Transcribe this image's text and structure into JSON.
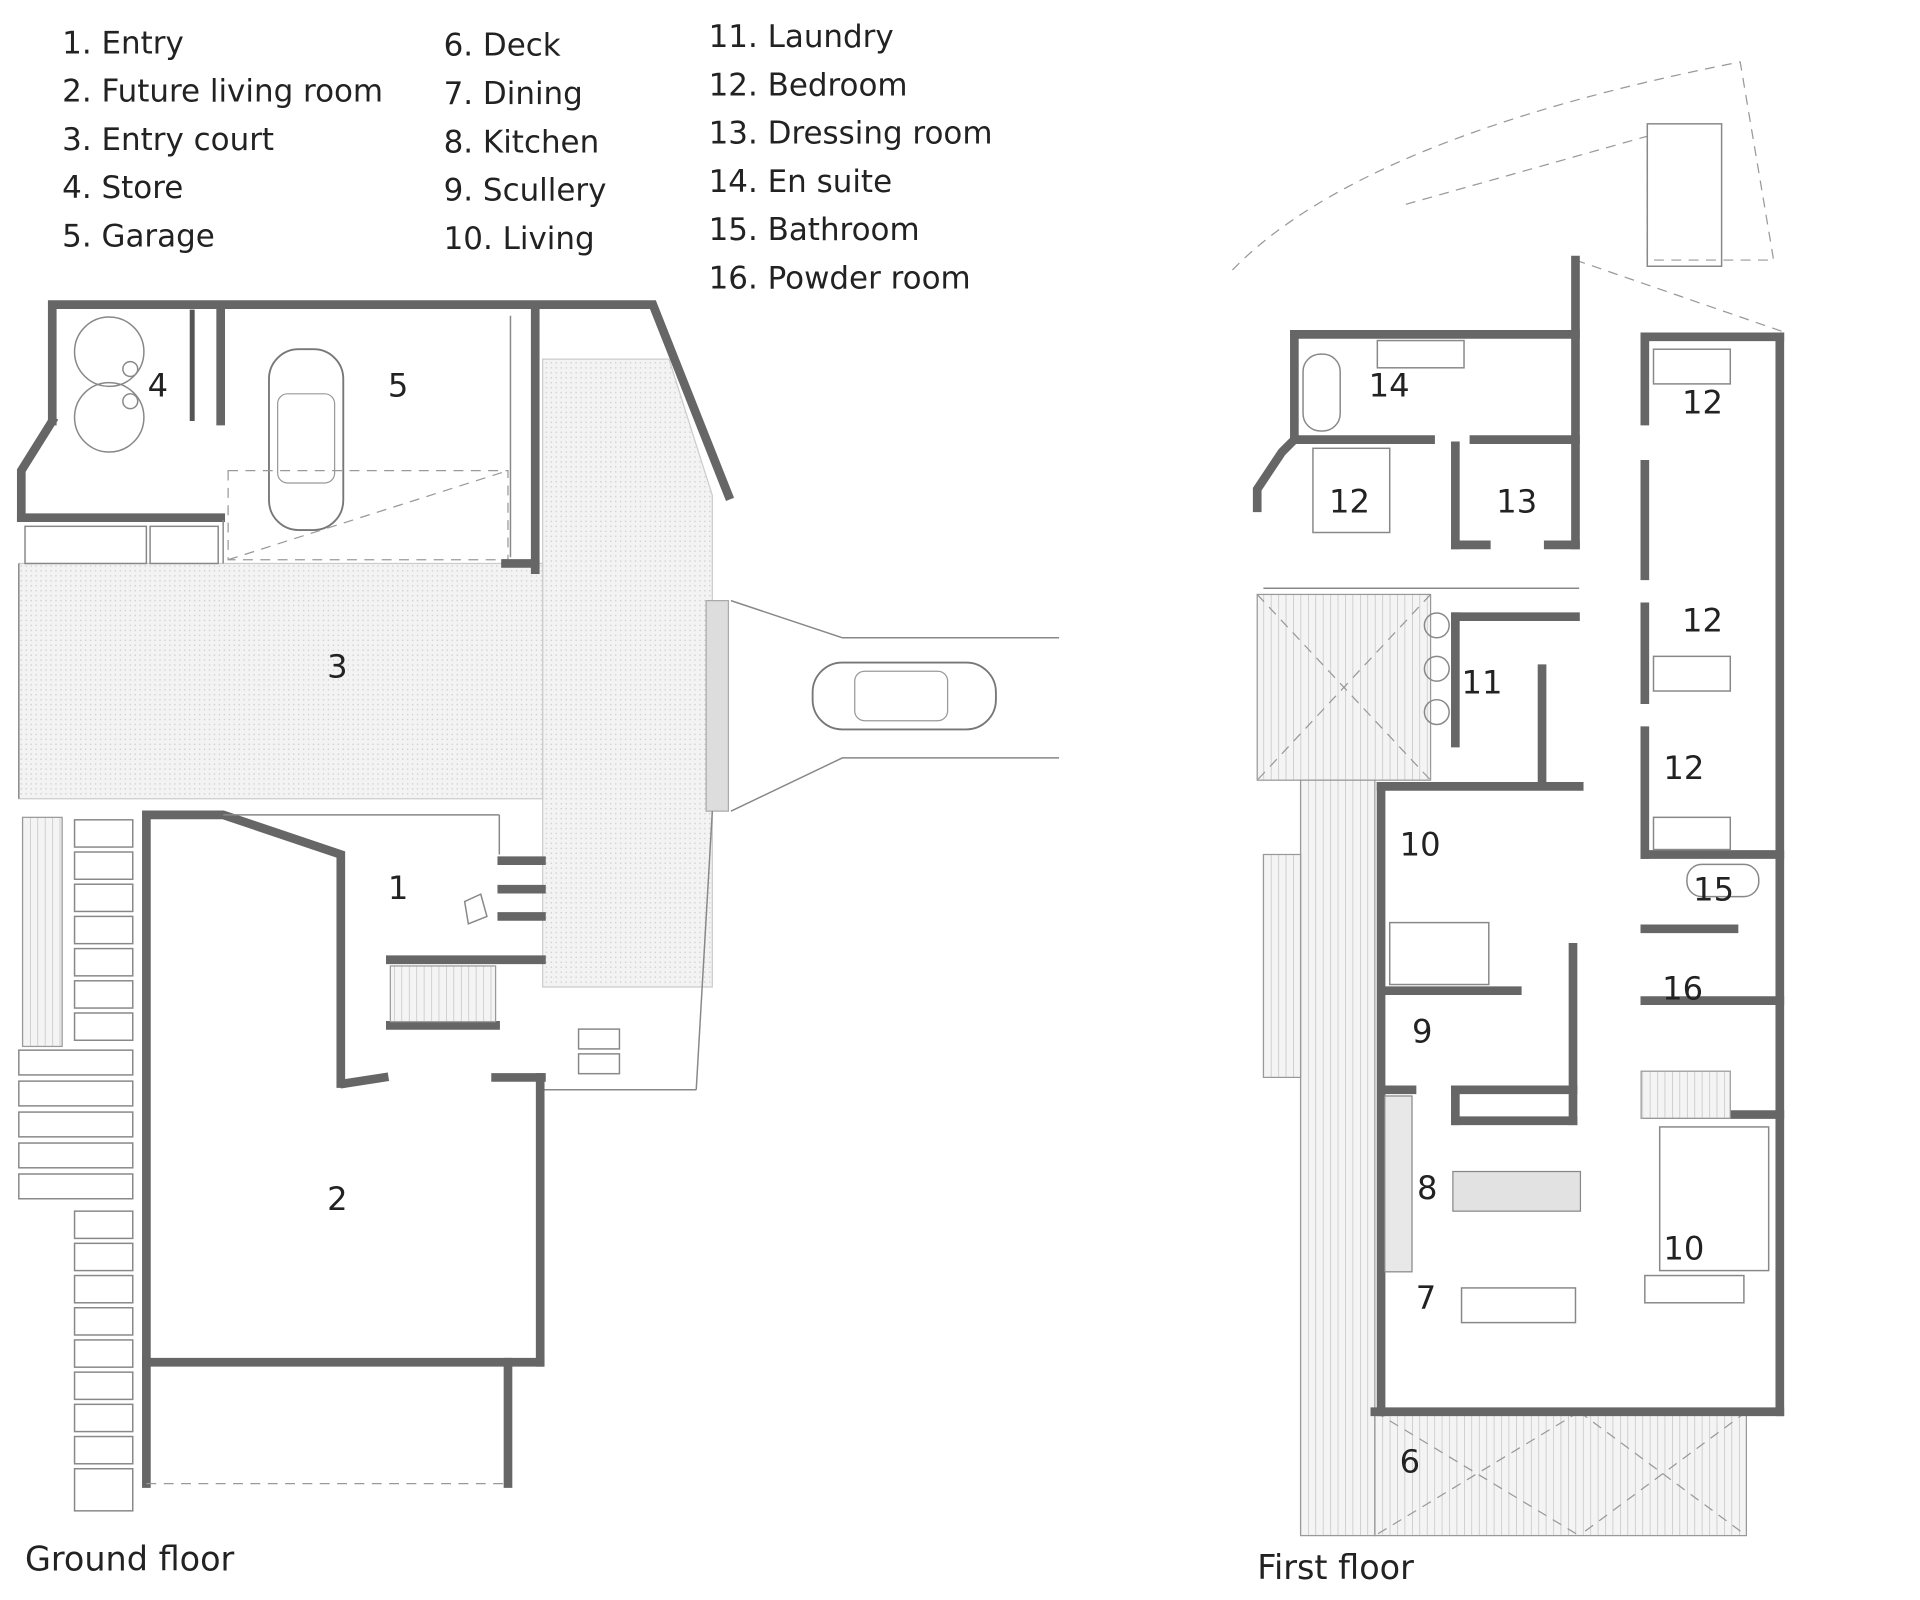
{
  "legend": {
    "col1": [
      "1. Entry",
      "2. Future living room",
      "3. Entry court",
      "4. Store",
      "5. Garage"
    ],
    "col2": [
      "6. Deck",
      "7. Dining",
      "8. Kitchen",
      "9. Scullery",
      "10. Living"
    ],
    "col3": [
      "11. Laundry",
      "12. Bedroom",
      "13. Dressing room",
      "14. En suite",
      "15. Bathroom",
      "16. Powder room"
    ]
  },
  "ground_floor": {
    "caption": "Ground floor",
    "rooms": {
      "entry": "1",
      "future_living": "2",
      "entry_court": "3",
      "store": "4",
      "garage": "5"
    }
  },
  "first_floor": {
    "caption": "First floor",
    "rooms": {
      "en_suite": "14",
      "bedroom_main": "12",
      "dressing": "13",
      "bedroom_a": "12",
      "bedroom_b": "12",
      "bedroom_c": "12",
      "laundry": "11",
      "living_top": "10",
      "bathroom": "15",
      "powder": "16",
      "scullery": "9",
      "kitchen": "8",
      "dining": "7",
      "living": "10",
      "deck": "6"
    }
  },
  "colors": {
    "wall": "#666666",
    "paving": "#f1f1f1",
    "line": "#888888"
  }
}
